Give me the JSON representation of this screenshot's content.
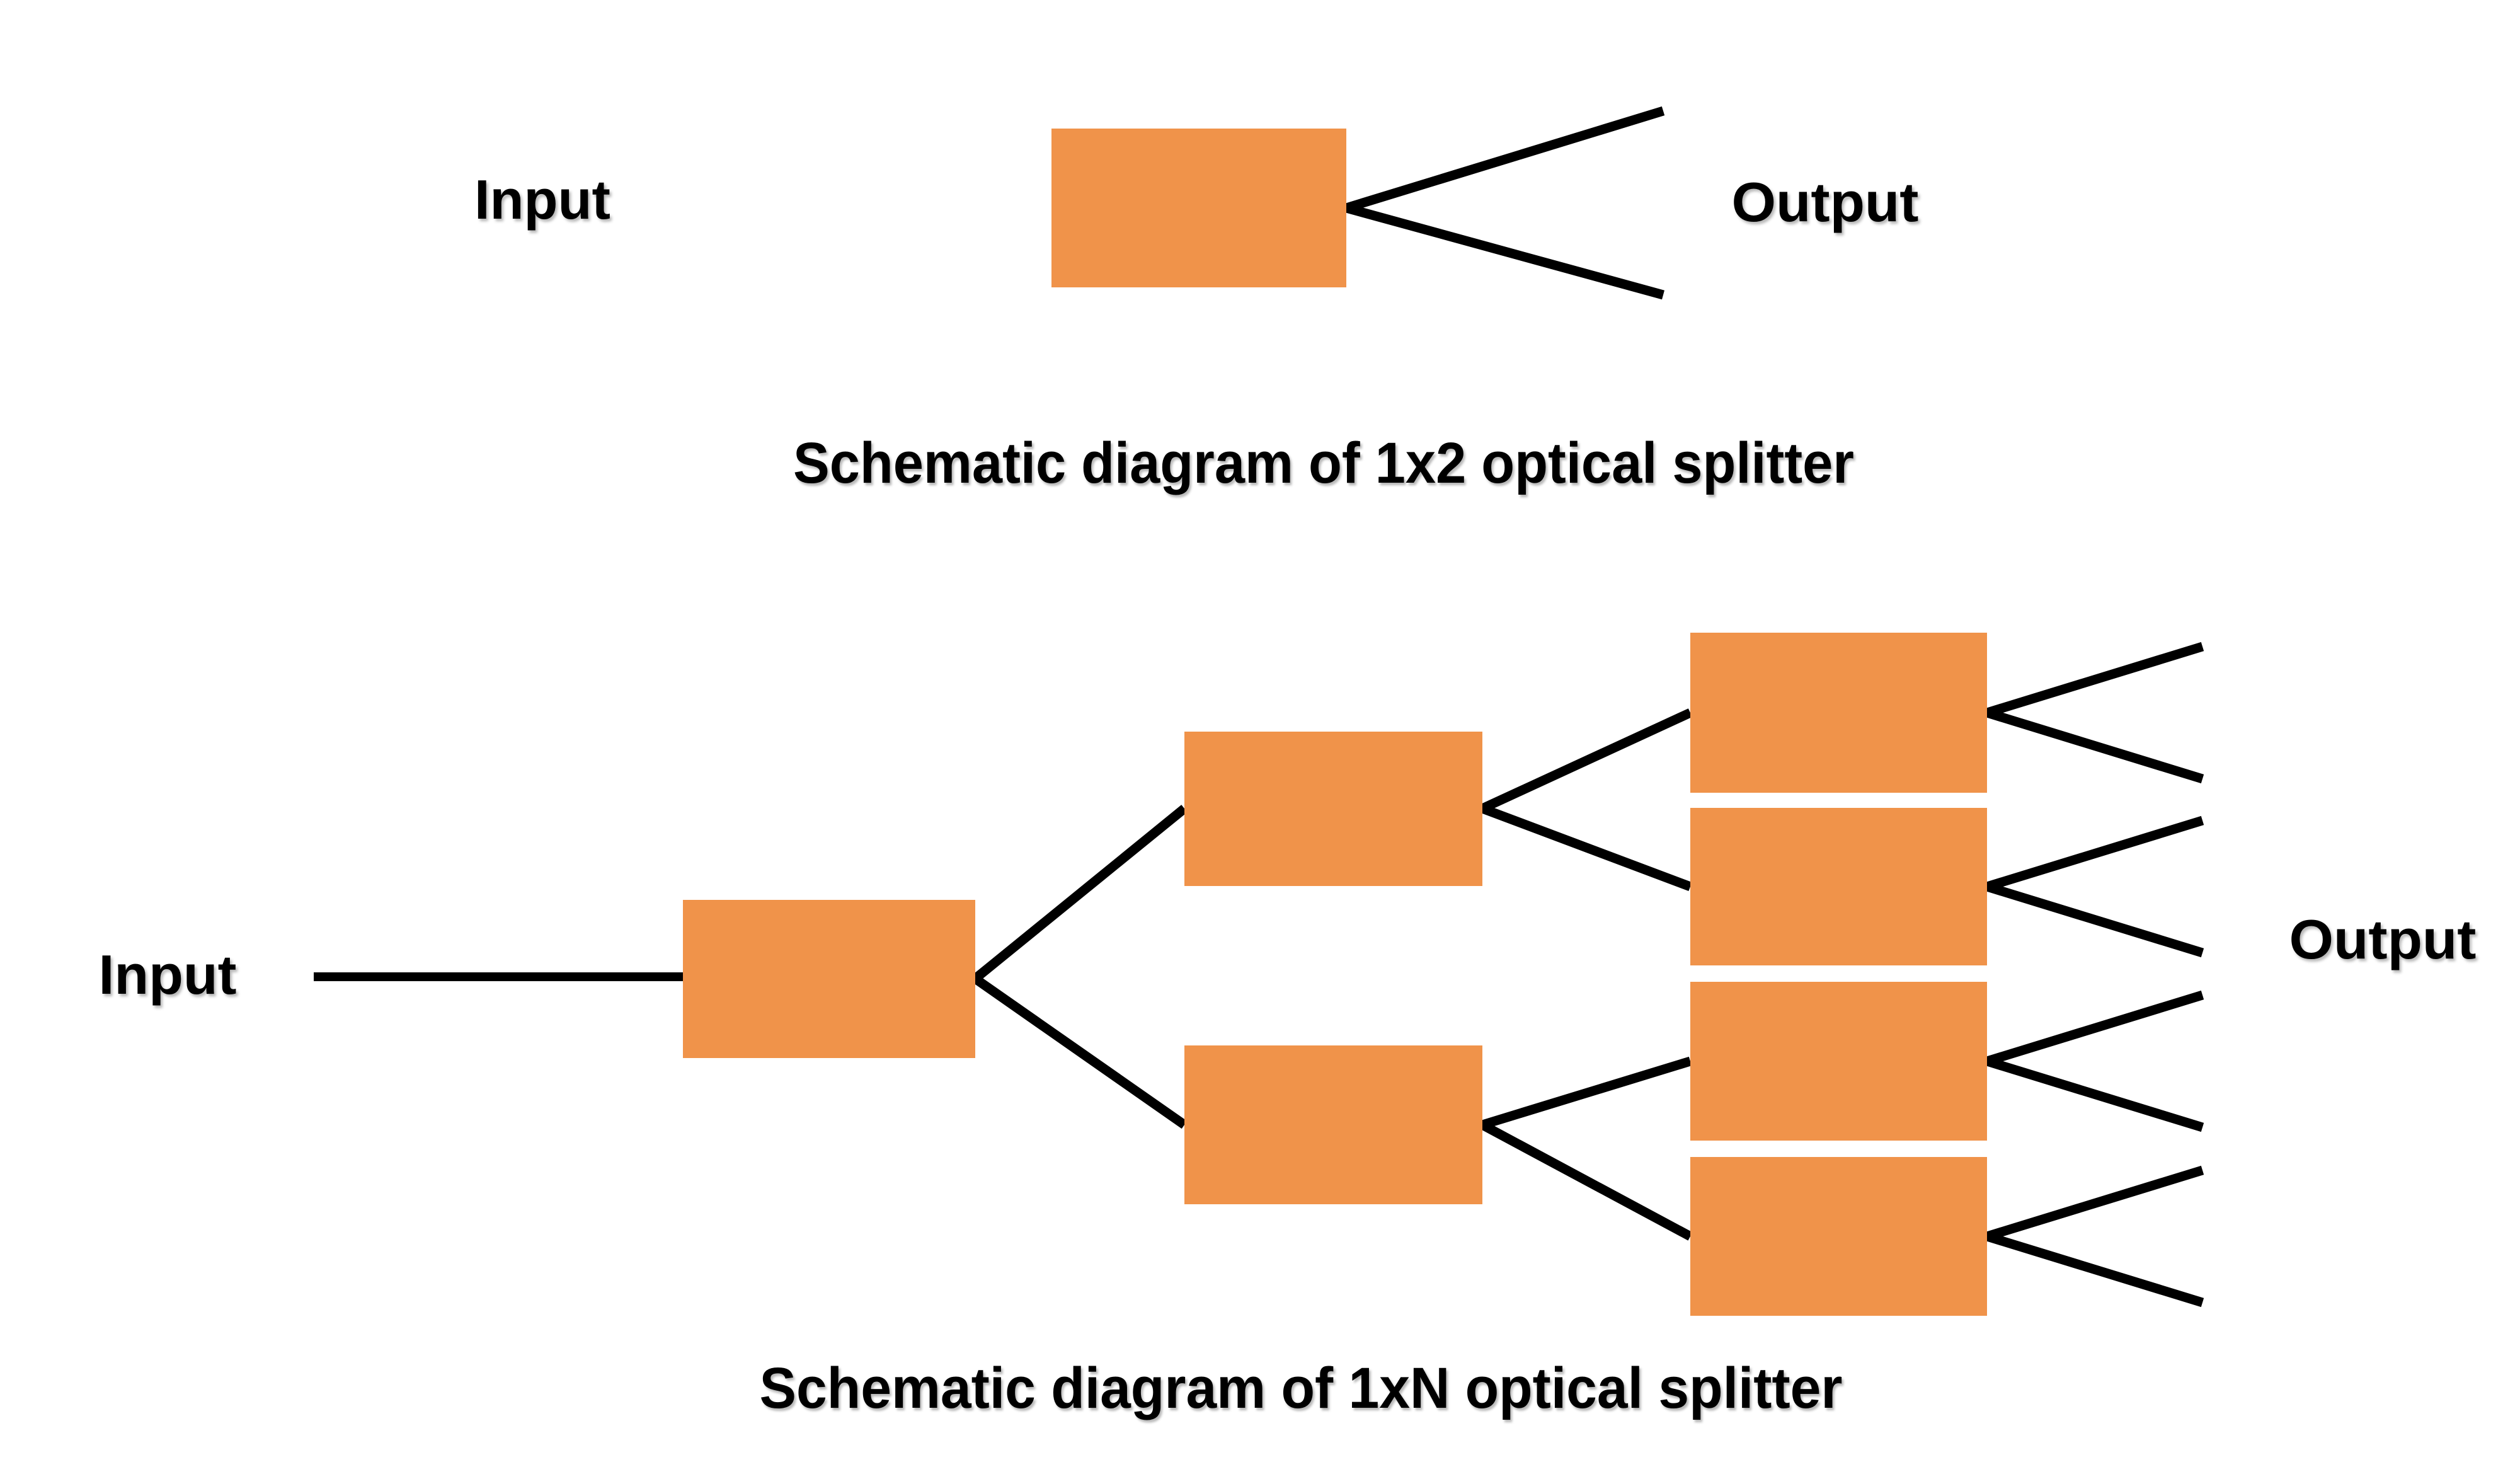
{
  "colors": {
    "accent": "#F0934A",
    "line": "#000000",
    "background": "#FFFFFF",
    "text": "#000000"
  },
  "top_diagram": {
    "input_label": "Input",
    "output_label": "Output",
    "caption": "Schematic diagram of 1x2 optical splitter"
  },
  "bottom_diagram": {
    "input_label": "Input",
    "output_label": "Output",
    "caption": "Schematic diagram of 1xN optical splitter"
  }
}
